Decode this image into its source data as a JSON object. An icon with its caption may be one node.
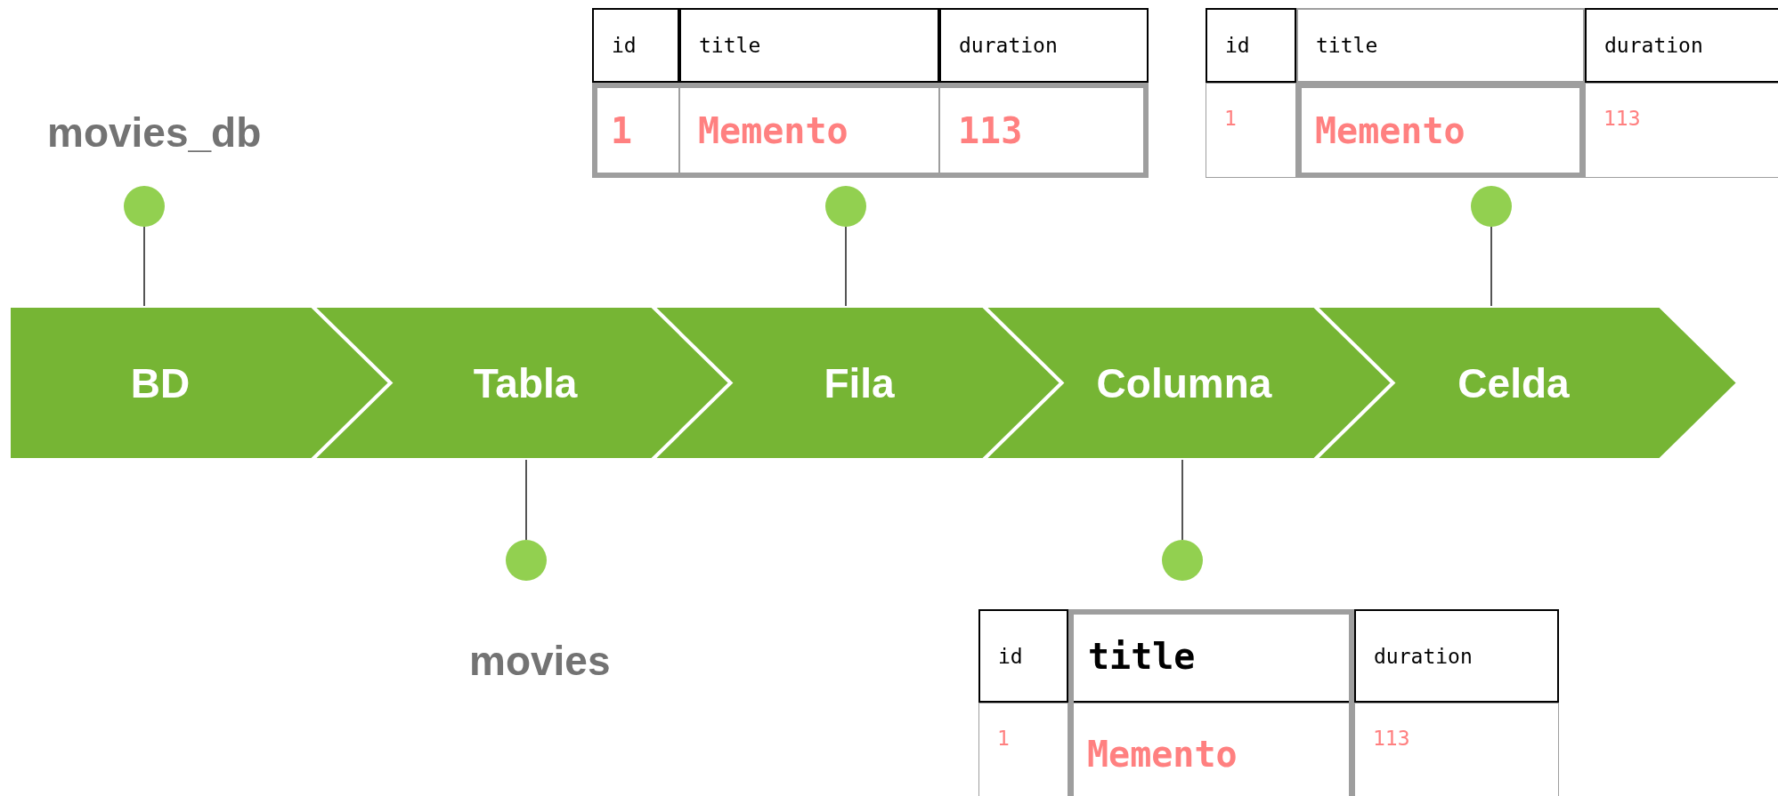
{
  "diagram": {
    "nodes": [
      {
        "text": [
          "BD"
        ]
      },
      {
        "text": [
          "Tabla"
        ]
      },
      {
        "text": [
          "Fila"
        ]
      },
      {
        "text": [
          "Columna"
        ]
      },
      {
        "text": [
          "Celda"
        ]
      },
      {
        "text": [],
        "shape": "circle",
        "beside": [
          "movies_db"
        ]
      },
      {
        "text": [],
        "shape": "circle",
        "beside": [
          "movies"
        ]
      },
      {
        "text": [],
        "shape": "circle"
      },
      {
        "text": [],
        "shape": "circle"
      },
      {
        "text": [],
        "shape": "circle"
      }
    ],
    "edges": [
      {
        "from": 0,
        "to": 5,
        "arrow": "none"
      },
      {
        "from": 1,
        "to": 6,
        "arrow": "none"
      },
      {
        "from": 2,
        "to": 7,
        "arrow": "none"
      },
      {
        "from": 3,
        "to": 8,
        "arrow": "none"
      },
      {
        "from": 4,
        "to": 9,
        "arrow": "none"
      }
    ],
    "labels": [
      "id",
      "title",
      "duration",
      "1",
      "Memento",
      "113",
      "id",
      "title",
      "duration",
      "1",
      "Memento",
      "113",
      "id",
      "title",
      "duration",
      "1",
      "Memento",
      "113"
    ]
  }
}
